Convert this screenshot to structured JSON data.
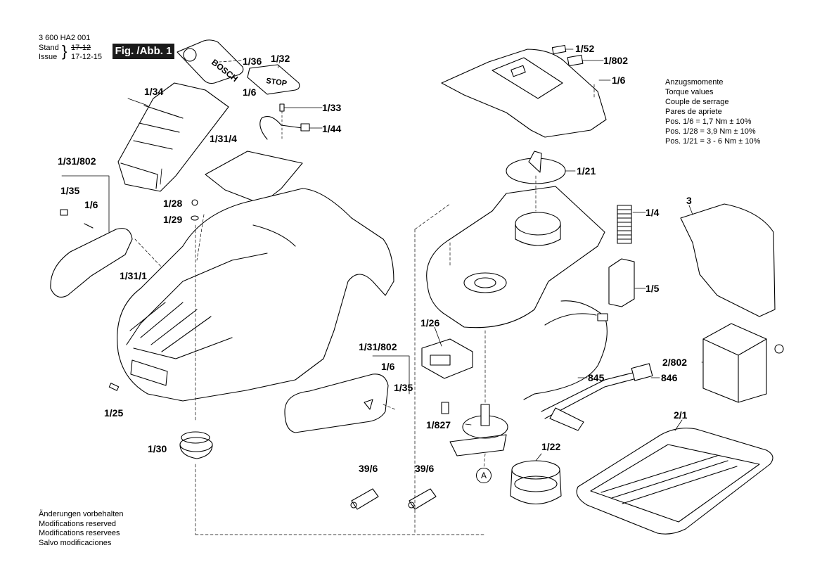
{
  "header": {
    "doc_number": "3 600 HA2 001",
    "stand_label": "Stand",
    "stand_value": "17-12",
    "issue_label": "Issue",
    "issue_value": "17-12-15",
    "fig_label": "Fig. /Abb. 1"
  },
  "torque": {
    "title_de": "Anzugsmomente",
    "title_en": "Torque values",
    "title_fr": "Couple de serrage",
    "title_es": "Pares de apriete",
    "rows": [
      "Pos. 1/6   = 1,7 Nm  ± 10%",
      "Pos. 1/28 = 3,9 Nm  ± 10%",
      "Pos. 1/21 = 3 - 6 Nm  ± 10%"
    ]
  },
  "modifications": [
    "Änderungen vorbehalten",
    "Modifications reserved",
    "Modifications reservees",
    "Salvo modificaciones"
  ],
  "parts": {
    "p1_36": "1/36",
    "p1_32": "1/32",
    "p1_34": "1/34",
    "p1_6_top": "1/6",
    "p1_33": "1/33",
    "p1_44": "1/44",
    "p1_31_4": "1/31/4",
    "p1_31_802_left": "1/31/802",
    "p1_35_left": "1/35",
    "p1_6_left": "1/6",
    "p1_28": "1/28",
    "p1_29": "1/29",
    "p1_31_1": "1/31/1",
    "p1_25": "1/25",
    "p1_30": "1/30",
    "p1_31_802_mid": "1/31/802",
    "p1_6_mid": "1/6",
    "p1_35_mid": "1/35",
    "p39_6_a": "39/6",
    "p39_6_b": "39/6",
    "p1_52": "1/52",
    "p1_802": "1/802",
    "p1_6_right": "1/6",
    "p1_21": "1/21",
    "p1_4": "1/4",
    "p1_5": "1/5",
    "p3": "3",
    "p1_26": "1/26",
    "p2_802": "2/802",
    "p845": "845",
    "p846": "846",
    "p2_1": "2/1",
    "p1_827": "1/827",
    "p1_22": "1/22",
    "ref_a": "A"
  },
  "logos": {
    "lid_brand": "BOSCH",
    "stop_button": "STOP"
  }
}
